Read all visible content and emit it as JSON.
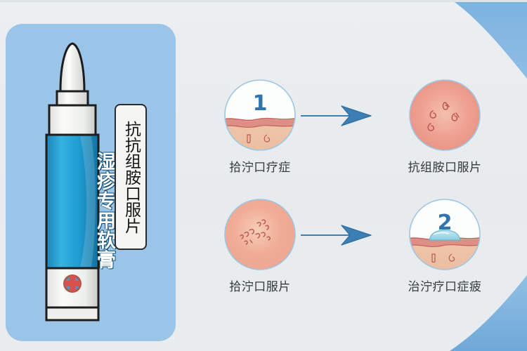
{
  "page": {
    "title": "湿疹专用软膏 治疗流程图",
    "background_color": "#e8ecee",
    "accent_blue": "#9ac4e8",
    "arrow_color": "#3b7fb5"
  },
  "left_panel": {
    "background_color": "#9ac4e8",
    "product": {
      "tube_label_text": "湿疹专用软膏",
      "tube_body_color": "#1f9ed4",
      "tube_cap_color": "#f2f2f0",
      "logo_name": "red-cross-logo"
    },
    "info_card": {
      "text": "抗抗组胺口服片",
      "border_color": "#2b2b2b",
      "background_color": "#f5f6f4"
    }
  },
  "steps": [
    {
      "id": "step-1",
      "number": "1",
      "caption": "拾泞口疗症",
      "illustration": "normal-skin-cross-section",
      "skin_surface_color": "#d9837c",
      "dermis_color": "#efc6ab"
    },
    {
      "id": "step-2",
      "number": "",
      "caption": "抗组胺口服片",
      "illustration": "inflamed-skin-lesions",
      "skin_surface_color": "#e99e92",
      "dermis_color": "#f0b5a6"
    },
    {
      "id": "step-3",
      "number": "",
      "caption": "拾泞口服片",
      "illustration": "irritated-skin-scratches",
      "skin_surface_color": "#e9a893",
      "dermis_color": "#f2bba6"
    },
    {
      "id": "step-4",
      "number": "2",
      "caption": "治泞疗口症疲",
      "illustration": "skin-with-ointment-applied",
      "skin_surface_color": "#d9837c",
      "dermis_color": "#efc6ab",
      "ointment_color": "#a8dcea"
    }
  ],
  "arrows": [
    {
      "id": "arrow-1",
      "name": "arrow-step1-to-step2",
      "direction": "right"
    },
    {
      "id": "arrow-2",
      "name": "arrow-step3-to-step4",
      "direction": "right"
    }
  ]
}
